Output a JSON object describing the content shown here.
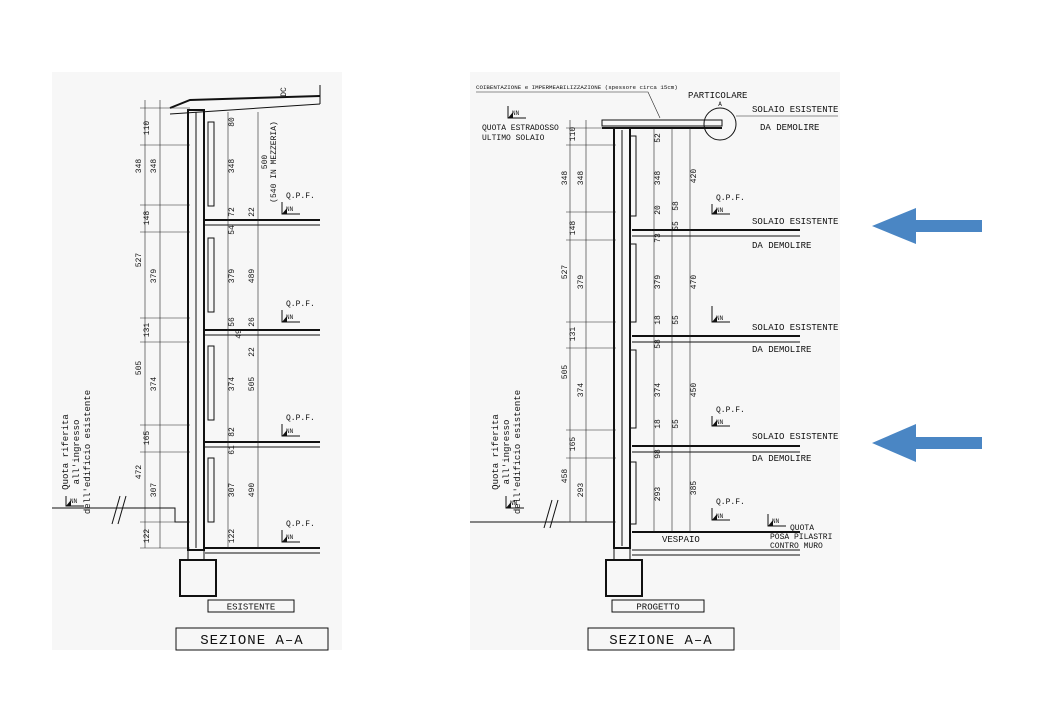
{
  "colors": {
    "arrow": "#4a86c4",
    "ink": "#111111"
  },
  "left_drawing": {
    "section_title": "SEZIONE A–A",
    "state_label": "ESISTENTE",
    "reference_note": [
      "Quota riferita",
      "all'ingresso",
      "dell'edificio esistente"
    ],
    "top_mark": "DC",
    "mid_note": [
      "500",
      "(540 IN MEZZERIA)"
    ],
    "qpf": "Q.P.F.",
    "nn": "NN",
    "dims_outer": [
      "110",
      "348",
      "148",
      "527",
      "131",
      "505",
      "165",
      "472",
      "122"
    ],
    "dims_column2": [
      "348",
      "379",
      "374",
      "307"
    ],
    "dims_inner_a": [
      "80",
      "348",
      "72",
      "54",
      "379",
      "56",
      "49",
      "374",
      "82",
      "61",
      "307",
      "122"
    ],
    "dims_inner_b": [
      "22",
      "489",
      "26",
      "22",
      "505",
      "490"
    ]
  },
  "right_drawing": {
    "section_title": "SEZIONE A–A",
    "state_label": "PROGETTO",
    "reference_note": [
      "Quota riferita",
      "all'ingresso",
      "dell'edificio esistente"
    ],
    "cover_note": "COIBENTAZIONE e IMPERMEABILIZZAZIONE (spessore circa 15cm)",
    "top_level": [
      "QUOTA ESTRADOSSO",
      "ULTIMO SOLAIO"
    ],
    "detail_label": "PARTICOLARE",
    "detail_mark": "A",
    "slab_labels": [
      "SOLAIO ESISTENTE",
      "DA DEMOLIRE"
    ],
    "bottom_level": [
      "QUOTA",
      "POSA PILASTRI",
      "CONTRO MURO"
    ],
    "vespaio": "VESPAIO",
    "qpf": "Q.P.F.",
    "nn": "NN",
    "dims_outer": [
      "110",
      "348",
      "148",
      "527",
      "131",
      "505",
      "165",
      "458"
    ],
    "dims_column2": [
      "348",
      "379",
      "374",
      "293"
    ],
    "dims_inner_a": [
      "52",
      "348",
      "20",
      "73",
      "379",
      "18",
      "58",
      "374",
      "18",
      "98",
      "293"
    ],
    "dims_inner_b": [
      "58",
      "55",
      "55",
      "55"
    ],
    "dims_inner_c": [
      "420",
      "470",
      "450",
      "385"
    ]
  }
}
